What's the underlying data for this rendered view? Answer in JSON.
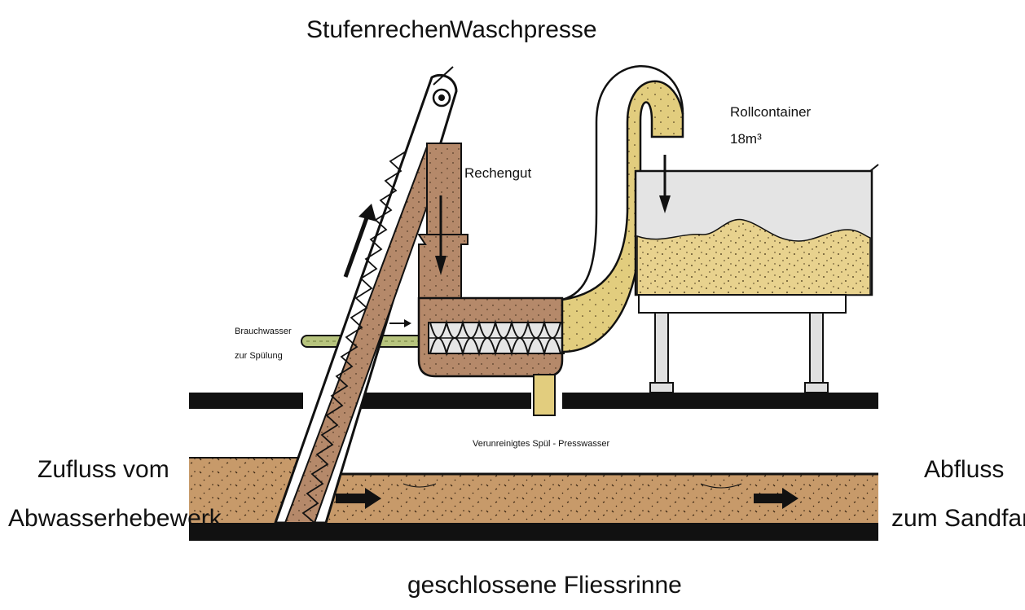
{
  "labels": {
    "screen": "Stufenrechen",
    "press": "Waschpresse",
    "container_line1": "Rollcontainer",
    "container_line2": "18m³",
    "screenings": "Rechengut",
    "service_water_line1": "Brauchwasser",
    "service_water_line2": "zur Spülung",
    "press_water": "Verunreinigtes Spül - Presswasser",
    "inflow_line1": "Zufluss vom",
    "inflow_line2": "Abwasserhebewerk",
    "outflow_line1": "Abfluss",
    "outflow_line2": "zum Sandfang",
    "channel": "geschlossene Fliessrinne"
  },
  "colors": {
    "sewage": "#c79a6a",
    "screenings_fill": "#b5896a",
    "pressed_material": "#e2cd7e",
    "container_fill": "#e8d28e",
    "service_pipe": "#b7c47e",
    "outline": "#111111",
    "steel": "#e0e0e0"
  },
  "icons": [
    "flow-arrow-icon",
    "drop-arrow-icon"
  ]
}
